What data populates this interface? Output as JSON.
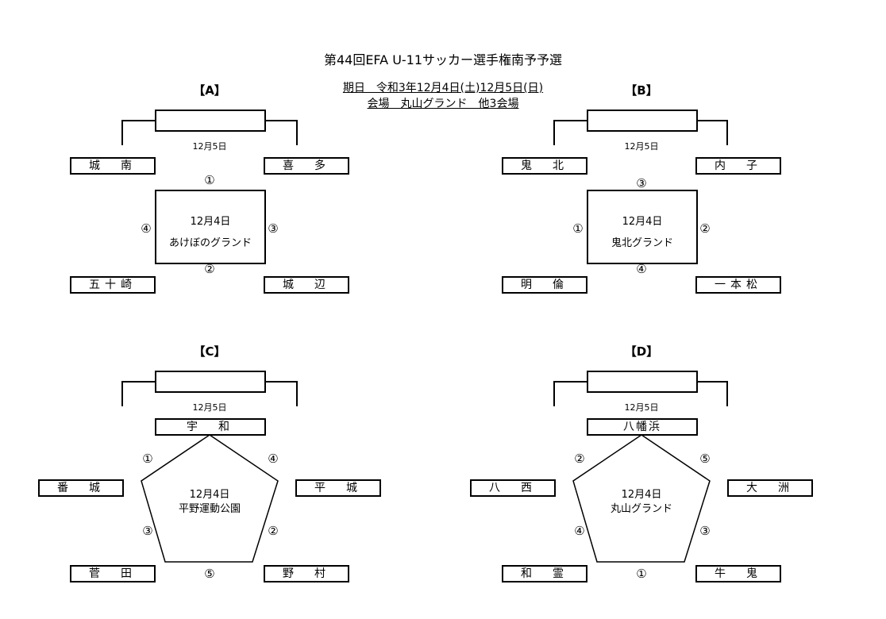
{
  "title": "第44回EFA U-11サッカー選手権南予予選",
  "info": {
    "line1": "期日　令和3年12月4日(土)12月5日(日)",
    "line2": "会場　丸山グランド　他3会場"
  },
  "groups": {
    "A": {
      "label": "【A】",
      "final_date": "12月5日",
      "teams": [
        "城　南",
        "喜　多",
        "五十崎",
        "城　辺"
      ],
      "venue_date": "12月4日",
      "venue_name": "あけぼのグランド",
      "matches": [
        "①",
        "④",
        "③",
        "②"
      ]
    },
    "B": {
      "label": "【B】",
      "final_date": "12月5日",
      "teams": [
        "鬼　北",
        "内　子",
        "明　倫",
        "一本松"
      ],
      "venue_date": "12月4日",
      "venue_name": "鬼北グランド",
      "matches": [
        "③",
        "①",
        "②",
        "④"
      ]
    },
    "C": {
      "label": "【C】",
      "final_date": "12月5日",
      "top_team": "宇　和",
      "teams": [
        "番　城",
        "平　城",
        "菅　田",
        "野　村"
      ],
      "venue_date": "12月4日",
      "venue_name": "平野運動公園",
      "matches": [
        "①",
        "④",
        "③",
        "②",
        "⑤"
      ]
    },
    "D": {
      "label": "【D】",
      "final_date": "12月5日",
      "top_team": "八幡浜",
      "teams": [
        "八　西",
        "大　洲",
        "和　霊",
        "牛　鬼"
      ],
      "venue_date": "12月4日",
      "venue_name": "丸山グランド",
      "matches": [
        "②",
        "⑤",
        "④",
        "③",
        "①"
      ]
    }
  }
}
